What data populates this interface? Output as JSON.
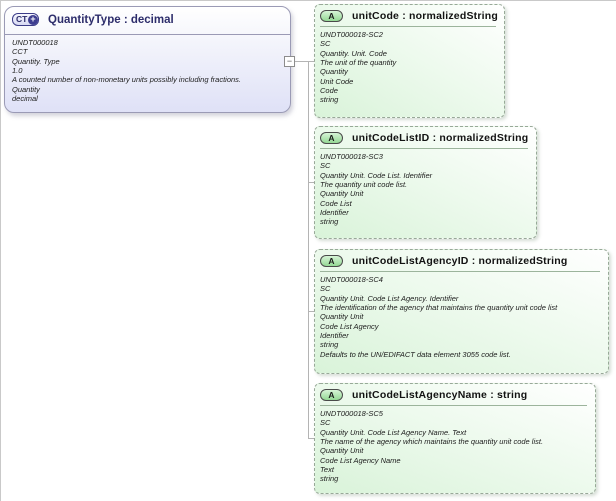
{
  "main_type": {
    "icon_label": "CT",
    "plus_glyph": "+",
    "title": "QuantityType : decimal",
    "lines": [
      "UNDT000018",
      "CCT",
      "Quantity. Type",
      "1.0",
      "A counted number of non-monetary units possibly including fractions.",
      "Quantity",
      "decimal"
    ]
  },
  "connector": {
    "toggle_glyph": "−"
  },
  "attributes": [
    {
      "icon_label": "A",
      "title": "unitCode : normalizedString",
      "lines": [
        "UNDT000018-SC2",
        "SC",
        "Quantity. Unit. Code",
        "The unit of the quantity",
        "Quantity",
        "Unit Code",
        "Code",
        "string"
      ]
    },
    {
      "icon_label": "A",
      "title": "unitCodeListID : normalizedString",
      "lines": [
        "UNDT000018-SC3",
        "SC",
        "Quantity Unit. Code List. Identifier",
        "The quantity unit code list.",
        "Quantity Unit",
        "Code List",
        "Identifier",
        "string"
      ]
    },
    {
      "icon_label": "A",
      "title": "unitCodeListAgencyID : normalizedString",
      "lines": [
        "UNDT000018-SC4",
        "SC",
        "Quantity Unit. Code List Agency. Identifier",
        "The identification of the agency that maintains the quantity unit code list",
        "Quantity Unit",
        "Code List Agency",
        "Identifier",
        "string",
        "Defaults to the UN/EDIFACT data element 3055 code list."
      ]
    },
    {
      "icon_label": "A",
      "title": "unitCodeListAgencyName : string",
      "lines": [
        "UNDT000018-SC5",
        "SC",
        "Quantity Unit. Code List Agency Name. Text",
        "The name of the agency which maintains the quantity unit code list.",
        "Quantity Unit",
        "Code List Agency Name",
        "Text",
        "string"
      ]
    }
  ],
  "colors": {
    "main_box_fill": "#dfe1f7",
    "main_box_border": "#9a9ab5",
    "main_title": "#2d2d6b",
    "attr_box_fill": "#d9f3d9",
    "attr_box_border": "#98a898",
    "attr_icon_fill": "#94d894",
    "connector": "#b4b4b4"
  }
}
